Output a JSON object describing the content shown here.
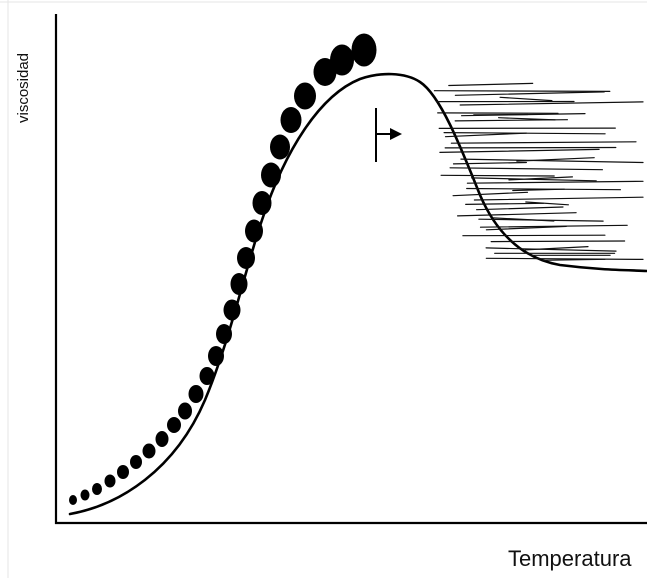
{
  "figure": {
    "ylabel": "viscosidad",
    "xlabel": "Temperatura",
    "colors": {
      "background": "#ffffff",
      "ink": "#000000",
      "frame": "#e6e6e6"
    },
    "icons": {
      "arrow": "right-arrow-icon",
      "granules": "dot",
      "fragments": "scribble"
    }
  }
}
